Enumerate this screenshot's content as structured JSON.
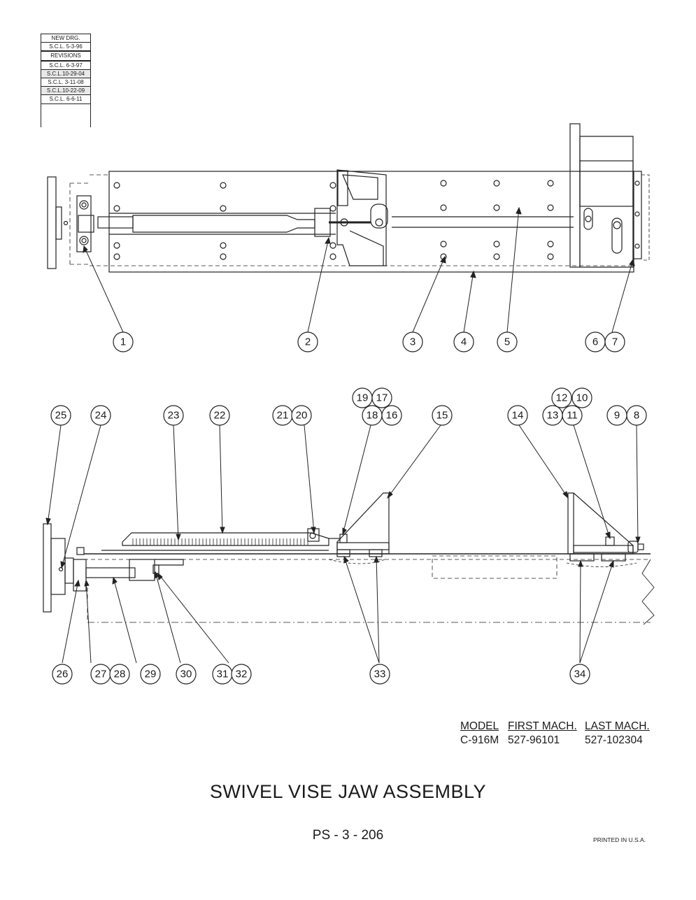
{
  "revision_block": {
    "rows": [
      "NEW DRG.",
      "S.C.L. 5-3-96",
      "REVISIONS",
      "S.C.L. 6-3-97",
      "S.C.L.10-29-04",
      "S.C.L. 3-11-08",
      "S.C.L.10-22-09",
      "S.C.L. 6-6-11"
    ]
  },
  "callouts": {
    "c1": "1",
    "c2": "2",
    "c3": "3",
    "c4": "4",
    "c5": "5",
    "c6": "6",
    "c7": "7",
    "c8": "8",
    "c9": "9",
    "c10": "10",
    "c11": "11",
    "c12": "12",
    "c13": "13",
    "c14": "14",
    "c15": "15",
    "c16": "16",
    "c17": "17",
    "c18": "18",
    "c19": "19",
    "c20": "20",
    "c21": "21",
    "c22": "22",
    "c23": "23",
    "c24": "24",
    "c25": "25",
    "c26": "26",
    "c27": "27",
    "c28": "28",
    "c29": "29",
    "c30": "30",
    "c31": "31",
    "c32": "32",
    "c33": "33",
    "c34": "34"
  },
  "model_table": {
    "headers": [
      "MODEL",
      "FIRST MACH.",
      "LAST MACH."
    ],
    "row": [
      "C-916M",
      "527-96101",
      "527-102304"
    ]
  },
  "title": "SWIVEL VISE JAW ASSEMBLY",
  "page_number": "PS - 3 - 206",
  "printed_note": "PRINTED IN U.S.A."
}
